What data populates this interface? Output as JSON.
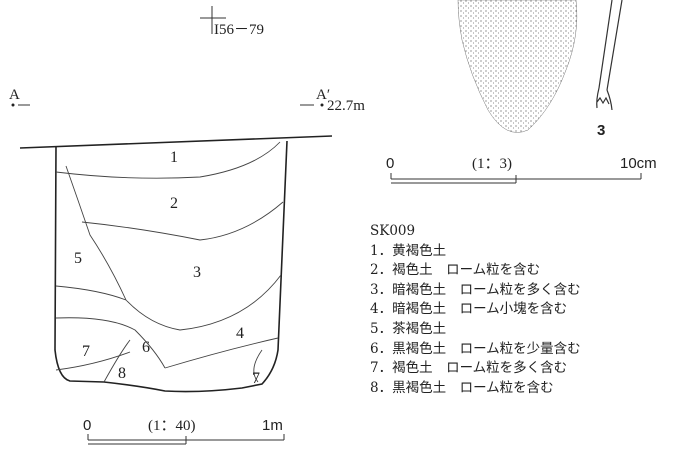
{
  "grid_marker": {
    "label": "I56－79"
  },
  "section": {
    "left_point": "A",
    "right_point": "A′",
    "elevation": "22.7m"
  },
  "pit_layers": [
    "1",
    "2",
    "3",
    "4",
    "5",
    "6",
    "7",
    "8",
    "7"
  ],
  "pit_scale": {
    "start": "0",
    "ratio": "(1：40)",
    "end": "1m"
  },
  "artifact": {
    "number": "3"
  },
  "artifact_scale": {
    "start": "0",
    "ratio": "(1：3)",
    "end": "10cm"
  },
  "legend": {
    "feature_id": "SK009",
    "layers": [
      "1．黄褐色土",
      "2．褐色土　ローム粒を含む",
      "3．暗褐色土　ローム粒を多く含む",
      "4．暗褐色土　ローム小塊を含む",
      "5．茶褐色土",
      "6．黒褐色土　ローム粒を少量含む",
      "7．褐色土　ローム粒を多く含む",
      "8．黒褐色土　ローム粒を含む"
    ]
  }
}
